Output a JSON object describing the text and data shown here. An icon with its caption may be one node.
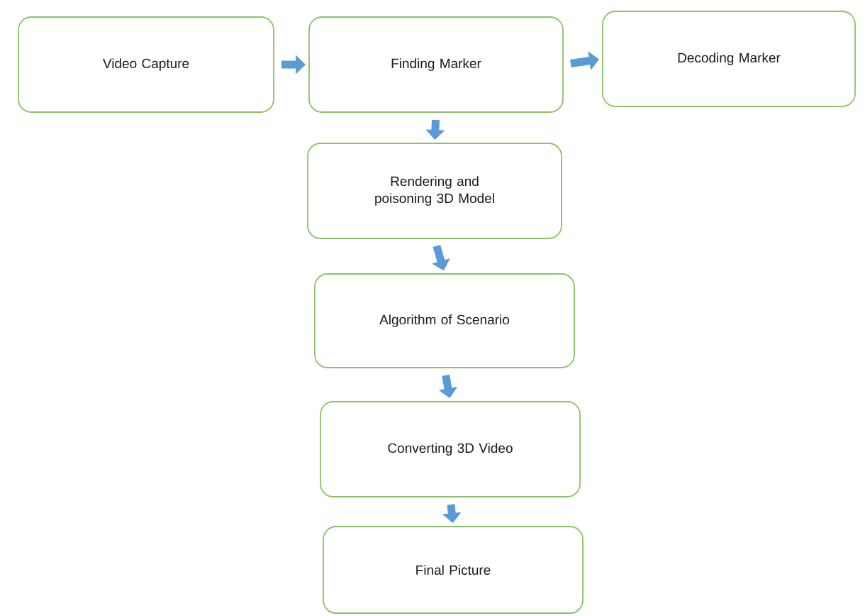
{
  "diagram": {
    "nodes": [
      {
        "text": [
          "Video Capture"
        ]
      },
      {
        "text": [
          "Finding Marker"
        ]
      },
      {
        "text": [
          "Decoding Marker"
        ]
      },
      {
        "text": [
          "Rendering and poisoning 3D Model"
        ]
      },
      {
        "text": [
          "Algorithm of Scenario"
        ]
      },
      {
        "text": [
          "Converting 3D Video"
        ]
      },
      {
        "text": [
          "Final Picture"
        ]
      }
    ],
    "edges": [
      {
        "from": 0,
        "to": 1,
        "arrow": "to"
      },
      {
        "from": 1,
        "to": 2,
        "arrow": "to"
      },
      {
        "from": 1,
        "to": 3,
        "arrow": "to"
      },
      {
        "from": 3,
        "to": 4,
        "arrow": "to"
      },
      {
        "from": 4,
        "to": 5,
        "arrow": "to"
      },
      {
        "from": 5,
        "to": 6,
        "arrow": "to"
      }
    ]
  }
}
